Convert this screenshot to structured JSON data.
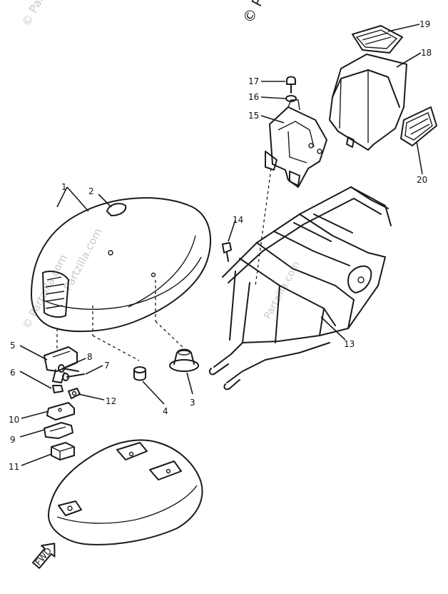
{
  "watermarks": {
    "top_right": "© Partzilla.com",
    "top_left": "© Partzilla.com",
    "seat": "Partzilla.com",
    "cover": "© Partzilla.com",
    "frame": "Partzilla.com"
  },
  "callouts": {
    "c1": "1",
    "c2": "2",
    "c3": "3",
    "c4": "4",
    "c5": "5",
    "c6": "6",
    "c7": "7",
    "c8": "8",
    "c9": "9",
    "c10": "10",
    "c11": "11",
    "c12": "12",
    "c13": "13",
    "c14": "14",
    "c15": "15",
    "c16": "16",
    "c17": "17",
    "c18": "18",
    "c19": "19",
    "c20": "20"
  },
  "fwd_label": "FWD"
}
